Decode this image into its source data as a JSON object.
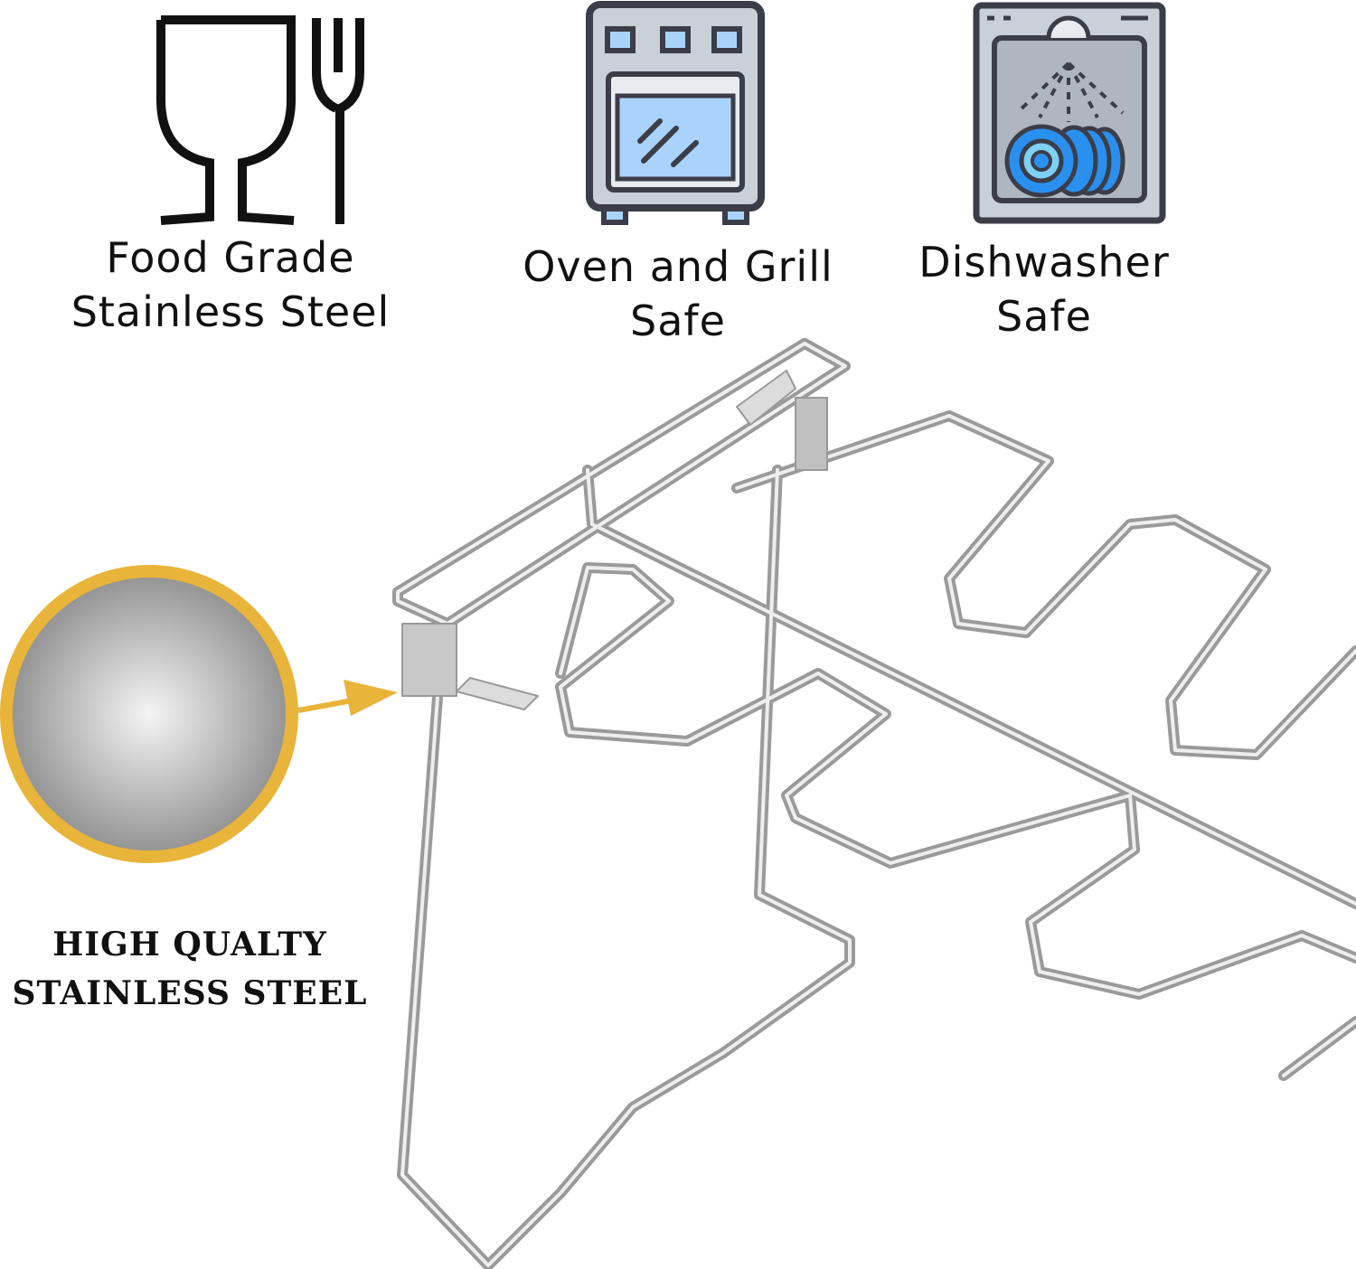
{
  "features": [
    {
      "icon": "food-grade-glass-fork-icon",
      "line1": "Food Grade",
      "line2": "Stainless Steel"
    },
    {
      "icon": "oven-icon",
      "line1": "Oven and Grill",
      "line2": "Safe"
    },
    {
      "icon": "dishwasher-icon",
      "line1": "Dishwasher",
      "line2": "Safe"
    }
  ],
  "material_callout": {
    "line1": "HIGH QUALTY",
    "line2": "STAINLESS STEEL"
  },
  "colors": {
    "gold": "#e8b43a",
    "steel": "#b8b8b8",
    "oven_window": "#a9d3fb",
    "plate_blue": "#2a90f0",
    "outline": "#3b3d48"
  }
}
